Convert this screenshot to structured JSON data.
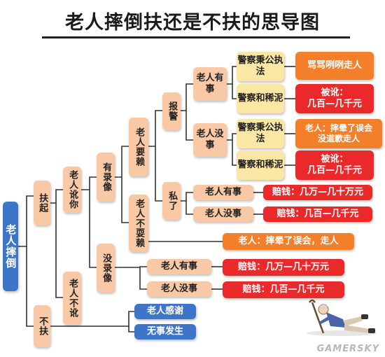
{
  "title": "老人摔倒扶还是不扶的思导图",
  "nodes": {
    "root": "老人摔倒",
    "fu_qi": "扶起",
    "bu_fu": "不扶",
    "laoren_e_ni": "老人讹你",
    "laoren_bu_e": "老人不讹",
    "you_luxiang": "有录像",
    "mei_luxiang": "没录像",
    "laoren_yao_lai": "老人要赖",
    "laoren_bu_yao_lai": "老人不耍赖",
    "baojing": "报警",
    "si_le": "私了",
    "laoren_you_shi": "老人有事",
    "laoren_mei_shi": "老人没事",
    "jingcha_bing_gong_1": "警察秉公执法",
    "jingcha_he_xini_1": "警察和稀泥",
    "jingcha_bing_gong_2": "警察秉公执法",
    "jingcha_he_xini_2": "警察和稀泥",
    "si_le_you_shi": "老人有事",
    "si_le_mei_shi": "老人没事",
    "mei_lx_you_shi": "老人有事",
    "mei_lx_mei_shi": "老人没事",
    "laoren_ganxie": "老人感谢",
    "wushi_fasheng": "无事发生"
  },
  "outcomes": {
    "ma_ma_lie_lie": "骂骂咧咧走人",
    "bei_e_1": "被讹：\n几百—几千元",
    "laoren_shuai_yun_daoqian": "老人：摔晕了误会\n没道歉走人",
    "bei_e_2": "被讹：\n几百—几千元",
    "peiqian_wan_1": "赔钱：几万—几十万元",
    "peiqian_bai_1": "赔钱：几百—几千元",
    "laoren_shuai_yun_zou": "老人：摔晕了误会，走人",
    "peiqian_wan_2": "赔钱：几万—几十万元",
    "peiqian_bai_2": "赔钱：几百—几千元"
  },
  "watermark": "GAMERSKY",
  "figure_icon": "fallen-elderly-person-icon",
  "colors": {
    "peach": "#f8c9a4",
    "yellow": "#fbe7a4",
    "orange": "#f47f2a",
    "red": "#ea2a2a",
    "blue": "#3d76c8"
  }
}
